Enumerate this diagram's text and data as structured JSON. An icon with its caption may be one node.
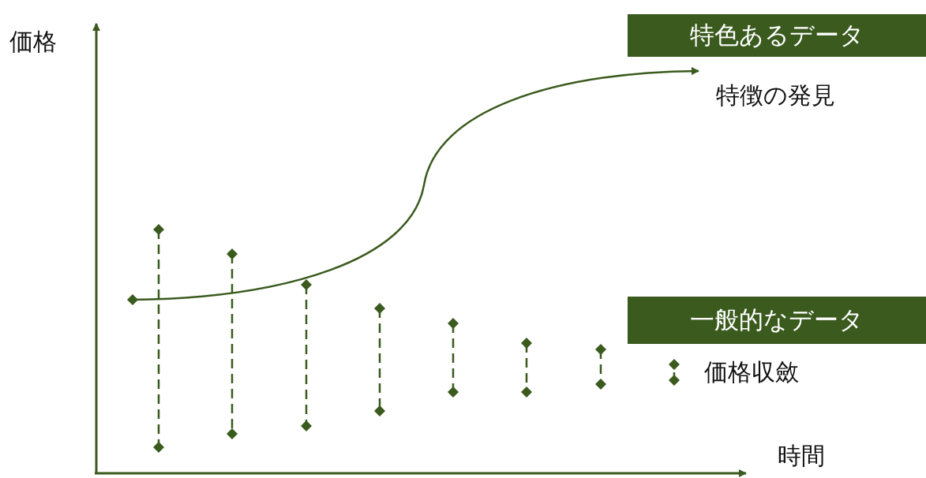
{
  "diagram": {
    "nodes": [
      {
        "text": [
          "特色あるデータ"
        ]
      },
      {
        "text": [
          "一般的なデータ"
        ]
      }
    ],
    "labels": [
      "価格",
      "特徴の発見",
      "時間"
    ],
    "legend": [
      {
        "text": "価格収斂"
      }
    ]
  }
}
